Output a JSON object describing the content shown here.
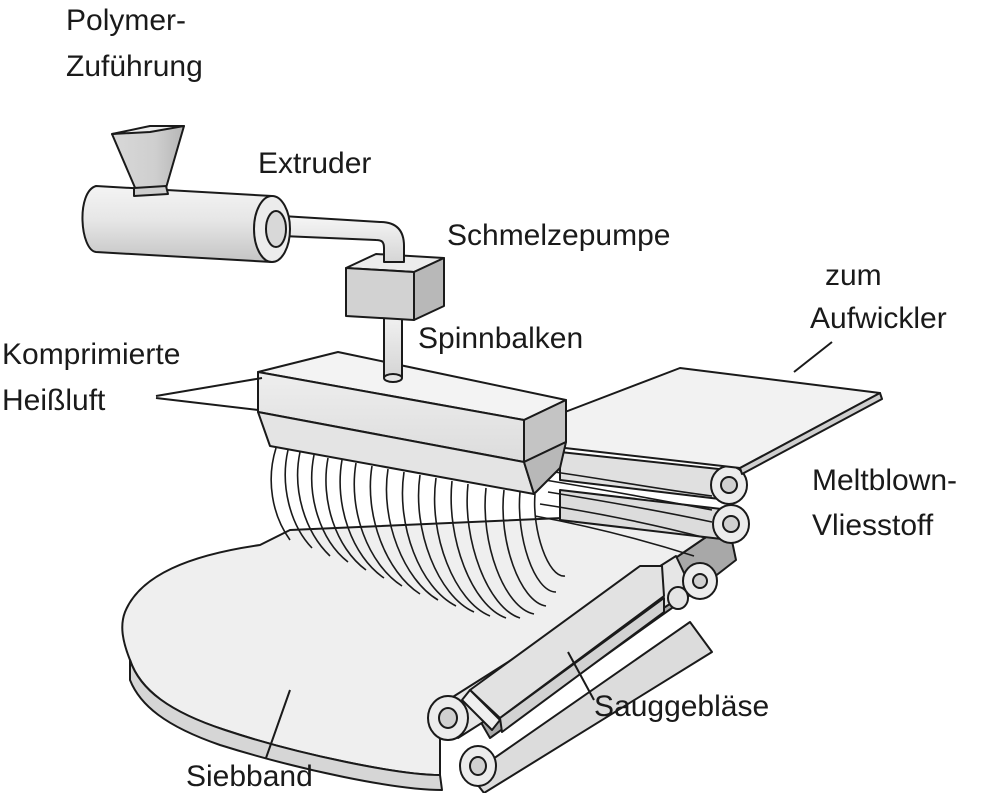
{
  "labels": {
    "polymer_line1": "Polymer-",
    "polymer_line2": "Zuführung",
    "extruder": "Extruder",
    "melt_pump": "Schmelzepumpe",
    "winder_line1": "zum",
    "winder_line2": "Aufwickler",
    "spin_beam": "Spinnbalken",
    "hot_air_line1": "Komprimierte",
    "hot_air_line2": "Heißluft",
    "nonwoven_line1": "Meltblown-",
    "nonwoven_line2": "Vliesstoff",
    "blower": "Sauggebläse",
    "belt": "Siebband"
  },
  "colors": {
    "fill_light": "#efefef",
    "fill_mid": "#d9d9d9",
    "fill_dark": "#bdbdbd",
    "fill_darker": "#a6a6a6",
    "stroke": "#1a1a1a"
  }
}
